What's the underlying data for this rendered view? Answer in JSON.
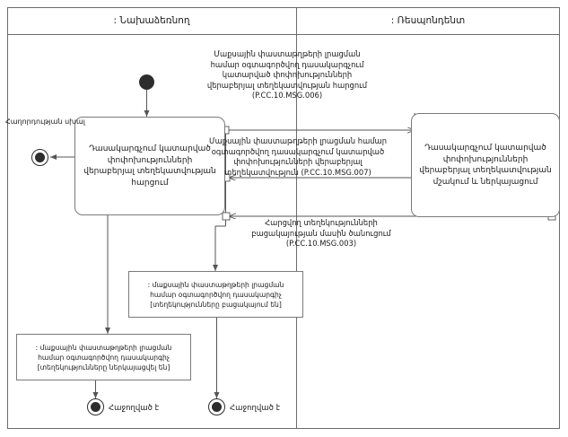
{
  "diagram": {
    "type": "uml-activity-diagram",
    "language": "hy",
    "lanes": [
      {
        "id": "initiator",
        "title": ": Նախաձեռնող"
      },
      {
        "id": "respondent",
        "title": ": Ռեսպոնդենտ"
      }
    ],
    "activities": [
      {
        "id": "request",
        "lane": "initiator",
        "label": "Դասակարգչում կատարված փոփոխությունների վերաբերյալ տեղեկատվության հարցում"
      },
      {
        "id": "process",
        "lane": "respondent",
        "label": "Դասակարգչում կատարված փոփոխությունների վերաբերյալ տեղեկատվության մշակում և ներկայացում"
      }
    ],
    "objects": [
      {
        "id": "absent",
        "label": ": մաքսային փաստաթղթերի լրացման համար օգտագործվող դասակարգիչ [տեղեկությունները բացակայում են]"
      },
      {
        "id": "provided",
        "label": ": մաքսային փաստաթղթերի լրացման համար օգտագործվող դասակարգիչ [տեղեկությունները ներկայացվել են]"
      }
    ],
    "messages": [
      {
        "id": "MSG-006",
        "code": "P.CC.10.MSG.006",
        "text": "Մաքսային փաստաթղթերի լրացման համար օգտագործվող դասակարգչում կատարված փոփոխությունների վերաբերյալ տեղեկատվության հարցում (P.CC.10.MSG.006)"
      },
      {
        "id": "MSG-007",
        "code": "P.CC.10.MSG.007",
        "text": "Մաքսային փաստաթղթերի լրացման համար օգտագործվող դասակարգչում կատարված փոփոխությունների վերաբերյալ տեղեկատվություն (P.CC.10.MSG.007)"
      },
      {
        "id": "MSG-003",
        "code": "P.CC.10.MSG.003",
        "text": "Հարցվող տեղեկությունների բացակայության մասին ծանուցում (P.CC.10.MSG.003)"
      }
    ],
    "nodes": {
      "initial": {
        "label": ""
      },
      "final_error": {
        "label": "Հաղորդության սխալ"
      },
      "final_success_left": {
        "label": "Հաջողված է"
      },
      "final_success_right": {
        "label": "Հաջողված է"
      }
    },
    "colors": {
      "stroke": "#6b6b6b",
      "node_fill": "#2d2d2d",
      "background": "#ffffff"
    }
  }
}
